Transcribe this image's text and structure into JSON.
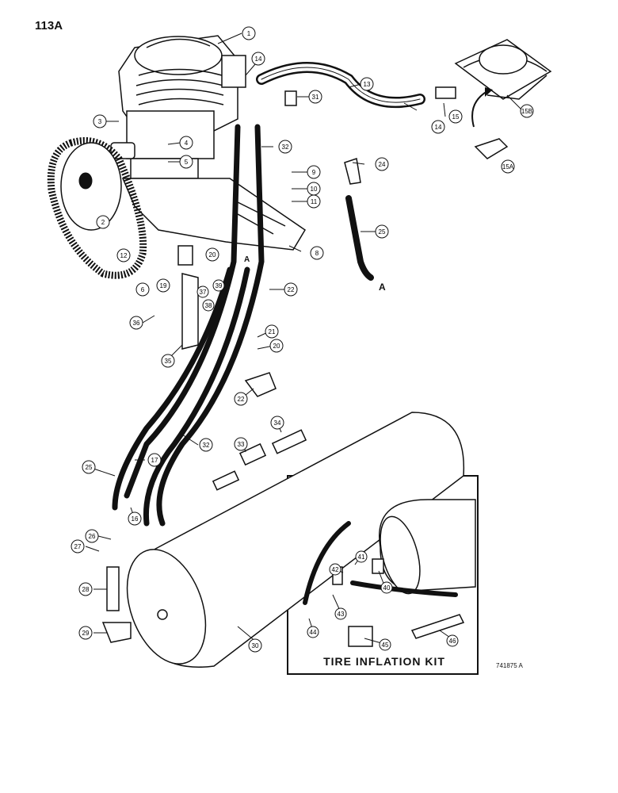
{
  "page_number": "113A",
  "drawing_code": "741875 A",
  "inset_title": "TIRE INFLATION KIT",
  "reference_mark": "A",
  "callouts": [
    "1",
    "2",
    "3",
    "4",
    "5",
    "6",
    "8",
    "9",
    "10",
    "11",
    "12",
    "13",
    "14",
    "14",
    "15",
    "15A",
    "15B",
    "16",
    "17",
    "19",
    "20",
    "20",
    "21",
    "22",
    "22",
    "24",
    "25",
    "25",
    "26",
    "27",
    "28",
    "29",
    "30",
    "31",
    "32",
    "32",
    "33",
    "34",
    "35",
    "36",
    "37",
    "38",
    "39",
    "40",
    "41",
    "42",
    "43",
    "44",
    "45",
    "46"
  ]
}
